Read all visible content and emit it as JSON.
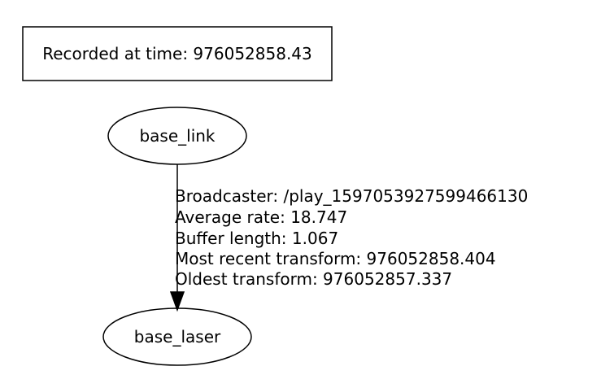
{
  "header": {
    "recorded_label": "Recorded at time: 976052858.43"
  },
  "nodes": {
    "parent": {
      "label": "base_link"
    },
    "child": {
      "label": "base_laser"
    }
  },
  "edge": {
    "lines": [
      "Broadcaster: /play_1597053927599466130",
      "Average rate: 18.747",
      "Buffer length: 1.067",
      "Most recent transform: 976052858.404",
      "Oldest transform: 976052857.337"
    ]
  },
  "colors": {
    "stroke": "#000000",
    "background": "#ffffff"
  }
}
